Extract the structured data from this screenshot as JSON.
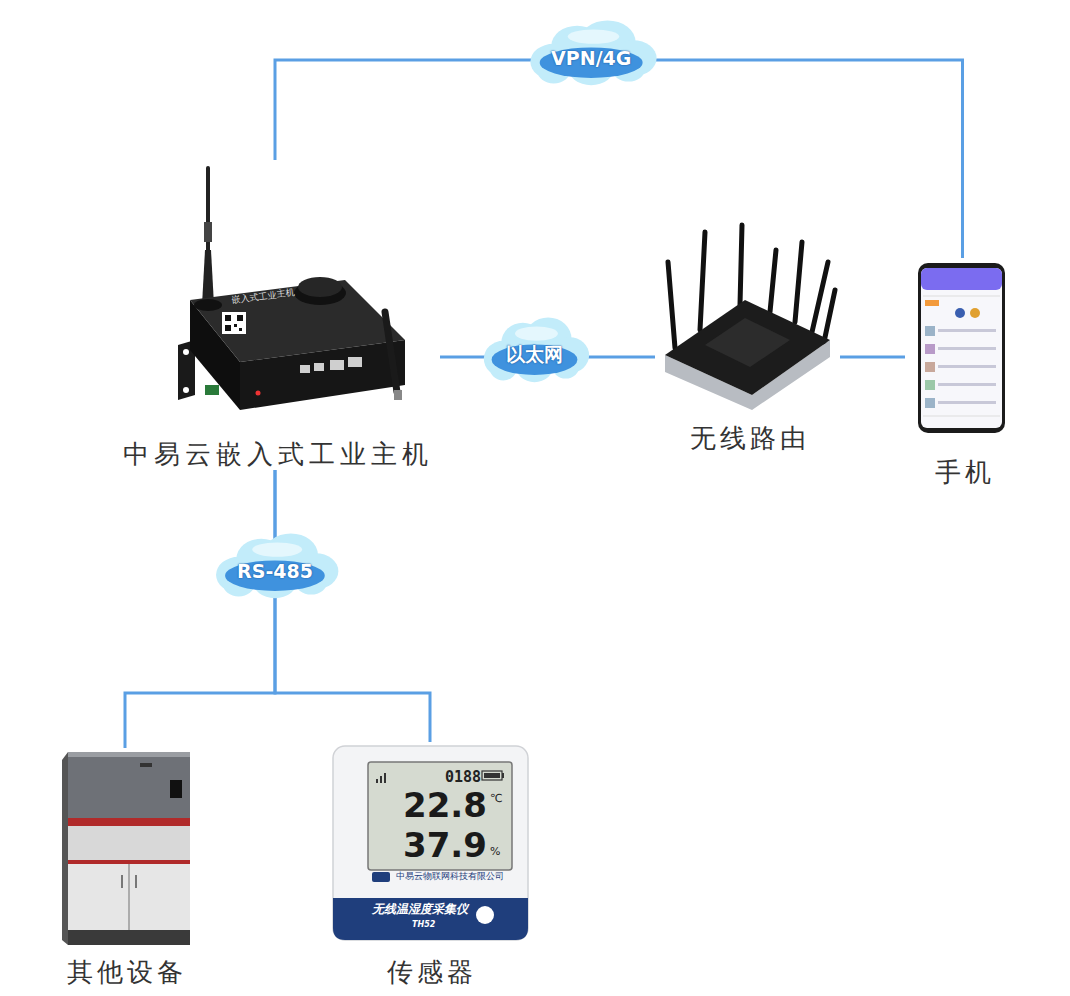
{
  "diagram": {
    "nodes": [
      {
        "text": [
          "中易云嵌入式工业主机"
        ]
      },
      {
        "text": [
          "无线路由"
        ]
      },
      {
        "text": [
          "手机"
        ]
      },
      {
        "text": [
          "其他设备"
        ]
      },
      {
        "text": [
          "传感器"
        ]
      }
    ],
    "edges": [
      {
        "from": 0,
        "to": 2,
        "label": "VPN/4G",
        "arrow": "none"
      },
      {
        "from": 0,
        "to": 1,
        "label": "以太网",
        "arrow": "none"
      },
      {
        "from": 1,
        "to": 2,
        "arrow": "none"
      },
      {
        "from": 0,
        "to": 3,
        "label": "RS-485",
        "arrow": "none"
      },
      {
        "from": 0,
        "to": 4,
        "arrow": "none"
      }
    ],
    "labels": [
      "嵌入式工业主机",
      "0188",
      "22.8",
      "℃",
      "37.9",
      "%",
      "中易云物联网科技有限公司",
      "无线温湿度采集仪",
      "TH52"
    ]
  }
}
